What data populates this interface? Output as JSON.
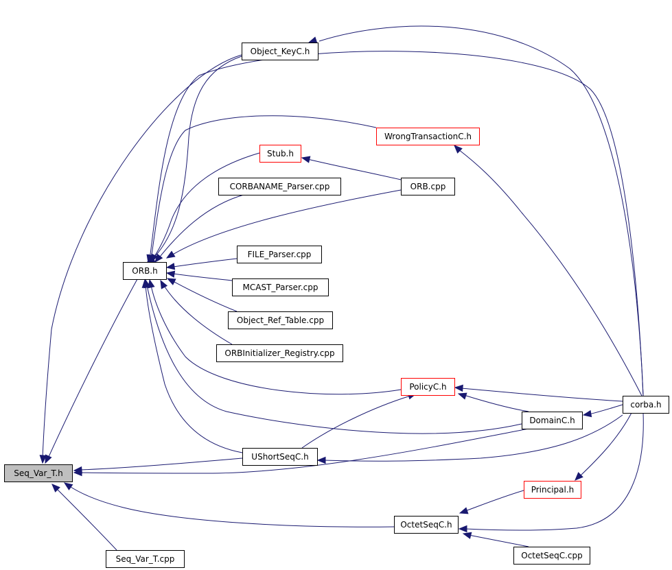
{
  "diagram": {
    "nodes": [
      {
        "id": "object_keyc_h",
        "label": "Object_KeyC.h",
        "link": false
      },
      {
        "id": "wrongtransactionc_h",
        "label": "WrongTransactionC.h",
        "link": true
      },
      {
        "id": "stub_h",
        "label": "Stub.h",
        "link": true
      },
      {
        "id": "corbaname_parser_cpp",
        "label": "CORBANAME_Parser.cpp",
        "link": false
      },
      {
        "id": "orb_cpp",
        "label": "ORB.cpp",
        "link": false
      },
      {
        "id": "orb_h",
        "label": "ORB.h",
        "link": false
      },
      {
        "id": "file_parser_cpp",
        "label": "FILE_Parser.cpp",
        "link": false
      },
      {
        "id": "mcast_parser_cpp",
        "label": "MCAST_Parser.cpp",
        "link": false
      },
      {
        "id": "object_ref_table_cpp",
        "label": "Object_Ref_Table.cpp",
        "link": false
      },
      {
        "id": "orbinitializer_registry_cpp",
        "label": "ORBInitializer_Registry.cpp",
        "link": false
      },
      {
        "id": "policyc_h",
        "label": "PolicyC.h",
        "link": true
      },
      {
        "id": "corba_h",
        "label": "corba.h",
        "link": false
      },
      {
        "id": "domainc_h",
        "label": "DomainC.h",
        "link": false
      },
      {
        "id": "seq_var_t_h",
        "label": "Seq_Var_T.h",
        "link": false,
        "highlight": true
      },
      {
        "id": "ushortseqc_h",
        "label": "UShortSeqC.h",
        "link": false
      },
      {
        "id": "principal_h",
        "label": "Principal.h",
        "link": true
      },
      {
        "id": "octetseqc_h",
        "label": "OctetSeqC.h",
        "link": false
      },
      {
        "id": "seq_var_t_cpp",
        "label": "Seq_Var_T.cpp",
        "link": false
      },
      {
        "id": "octetseqc_cpp",
        "label": "OctetSeqC.cpp",
        "link": false
      }
    ],
    "edges": [
      {
        "from": "object_keyc_h",
        "to": "seq_var_t_h"
      },
      {
        "from": "corba_h",
        "to": "object_keyc_h"
      },
      {
        "from": "orb_h",
        "to": "seq_var_t_h"
      },
      {
        "from": "object_keyc_h",
        "to": "orb_h"
      },
      {
        "from": "corba_h",
        "to": "orb_h"
      },
      {
        "from": "wrongtransactionc_h",
        "to": "orb_h"
      },
      {
        "from": "stub_h",
        "to": "orb_h"
      },
      {
        "from": "corbaname_parser_cpp",
        "to": "orb_h"
      },
      {
        "from": "orb_cpp",
        "to": "orb_h"
      },
      {
        "from": "file_parser_cpp",
        "to": "orb_h"
      },
      {
        "from": "mcast_parser_cpp",
        "to": "orb_h"
      },
      {
        "from": "object_ref_table_cpp",
        "to": "orb_h"
      },
      {
        "from": "orbinitializer_registry_cpp",
        "to": "orb_h"
      },
      {
        "from": "policyc_h",
        "to": "orb_h"
      },
      {
        "from": "domainc_h",
        "to": "orb_h"
      },
      {
        "from": "ushortseqc_h",
        "to": "orb_h"
      },
      {
        "from": "orb_cpp",
        "to": "stub_h"
      },
      {
        "from": "corba_h",
        "to": "wrongtransactionc_h"
      },
      {
        "from": "corba_h",
        "to": "policyc_h"
      },
      {
        "from": "domainc_h",
        "to": "policyc_h"
      },
      {
        "from": "ushortseqc_h",
        "to": "policyc_h"
      },
      {
        "from": "corba_h",
        "to": "domainc_h"
      },
      {
        "from": "ushortseqc_h",
        "to": "seq_var_t_h"
      },
      {
        "from": "domainc_h",
        "to": "seq_var_t_h"
      },
      {
        "from": "corba_h",
        "to": "ushortseqc_h"
      },
      {
        "from": "corba_h",
        "to": "principal_h"
      },
      {
        "from": "principal_h",
        "to": "octetseqc_h"
      },
      {
        "from": "corba_h",
        "to": "octetseqc_h"
      },
      {
        "from": "octetseqc_cpp",
        "to": "octetseqc_h"
      },
      {
        "from": "octetseqc_h",
        "to": "seq_var_t_h"
      },
      {
        "from": "seq_var_t_cpp",
        "to": "seq_var_t_h"
      }
    ]
  }
}
